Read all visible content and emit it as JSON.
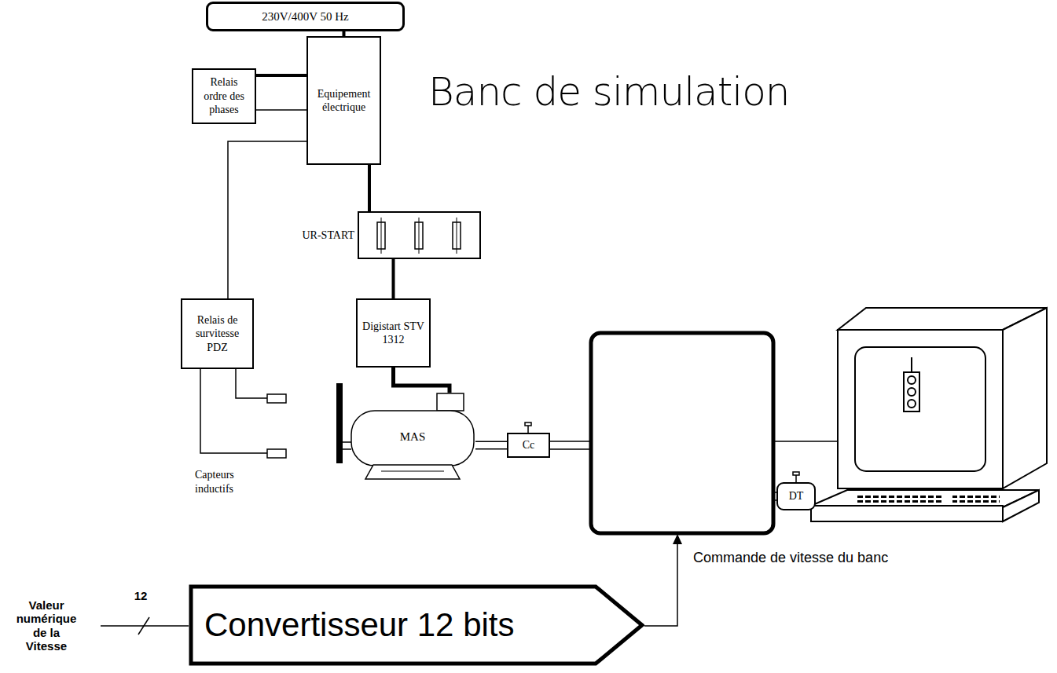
{
  "diagram": {
    "title": "Banc de simulation",
    "nodes": [
      {
        "text": [
          "230V/400V 50 Hz"
        ]
      },
      {
        "text": [
          "Relais ordre des phases"
        ]
      },
      {
        "text": [
          "Equipement électrique"
        ]
      },
      {
        "text": [
          "UR-START"
        ]
      },
      {
        "text": [
          "Relais de survitesse PDZ"
        ]
      },
      {
        "text": [
          "Digistart STV 1312"
        ]
      },
      {
        "text": [
          "MAS"
        ]
      },
      {
        "text": [
          "Cc"
        ]
      },
      {
        "text": [
          "DT"
        ]
      },
      {
        "text": [
          "Convertisseur 12 bits"
        ]
      }
    ],
    "edges": [
      {
        "from": 0,
        "to": 2,
        "arrow": "none"
      },
      {
        "from": 1,
        "to": 2,
        "arrow": "none"
      },
      {
        "from": 1,
        "to": 2,
        "arrow": "none"
      },
      {
        "from": 2,
        "to": 3,
        "arrow": "none"
      },
      {
        "from": 3,
        "to": 5,
        "arrow": "none"
      },
      {
        "from": 5,
        "to": 6,
        "arrow": "none"
      },
      {
        "from": 2,
        "to": 4,
        "arrow": "none"
      },
      {
        "from": 6,
        "to": 7,
        "arrow": "none"
      }
    ],
    "labels": [
      "Capteurs inductifs",
      "12",
      "Valeur numérique de la Vitesse",
      "Commande de vitesse du banc"
    ]
  }
}
